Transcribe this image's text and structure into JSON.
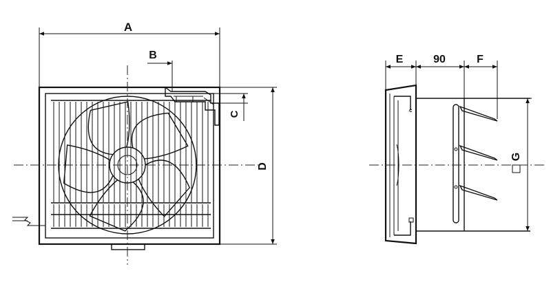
{
  "labels": {
    "a": "A",
    "b": "B",
    "c": "C",
    "d": "D",
    "e": "E",
    "f": "F",
    "g": "G",
    "ninety": "90"
  },
  "colors": {
    "line": "#111111",
    "background": "#ffffff"
  }
}
